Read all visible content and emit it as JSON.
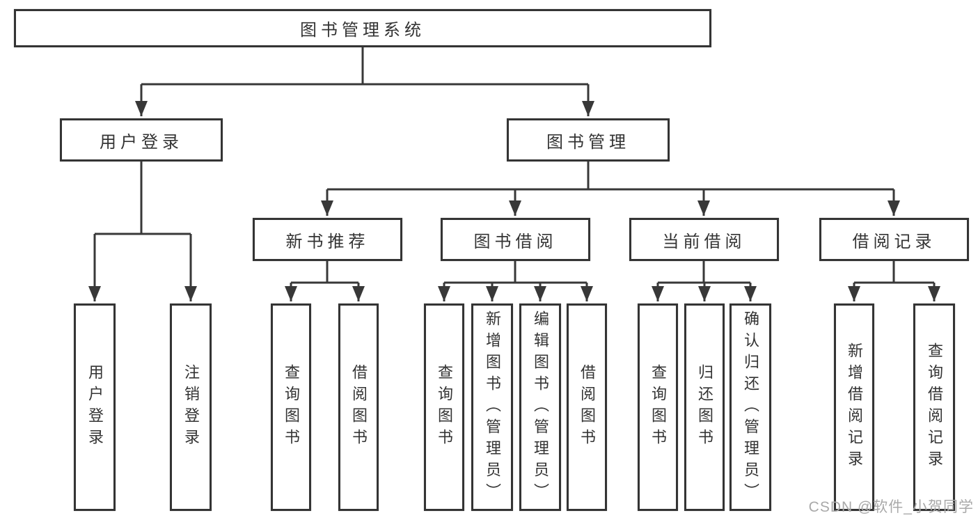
{
  "diagram_type": "hierarchy-tree",
  "colors": {
    "background": "#ffffff",
    "box_border": "#343434",
    "connector_line": "#383838",
    "text": "#333333",
    "watermark": "#a9a9a9"
  },
  "tree": {
    "label": "图书管理系统",
    "children": [
      {
        "label": "用户登录",
        "children": [
          {
            "label": "用户登录"
          },
          {
            "label": "注销登录"
          }
        ]
      },
      {
        "label": "图书管理",
        "children": [
          {
            "label": "新书推荐",
            "children": [
              {
                "label": "查询图书"
              },
              {
                "label": "借阅图书"
              }
            ]
          },
          {
            "label": "图书借阅",
            "children": [
              {
                "label": "查询图书"
              },
              {
                "label": "新增图书（管理员）"
              },
              {
                "label": "编辑图书（管理员）"
              },
              {
                "label": "借阅图书"
              }
            ]
          },
          {
            "label": "当前借阅",
            "children": [
              {
                "label": "查询图书"
              },
              {
                "label": "归还图书"
              },
              {
                "label": "确认归还（管理员）"
              }
            ]
          },
          {
            "label": "借阅记录",
            "children": [
              {
                "label": "新增借阅记录"
              },
              {
                "label": "查询借阅记录"
              }
            ]
          }
        ]
      }
    ]
  },
  "watermark": {
    "text": "CSDN @软件_小贺同学"
  }
}
